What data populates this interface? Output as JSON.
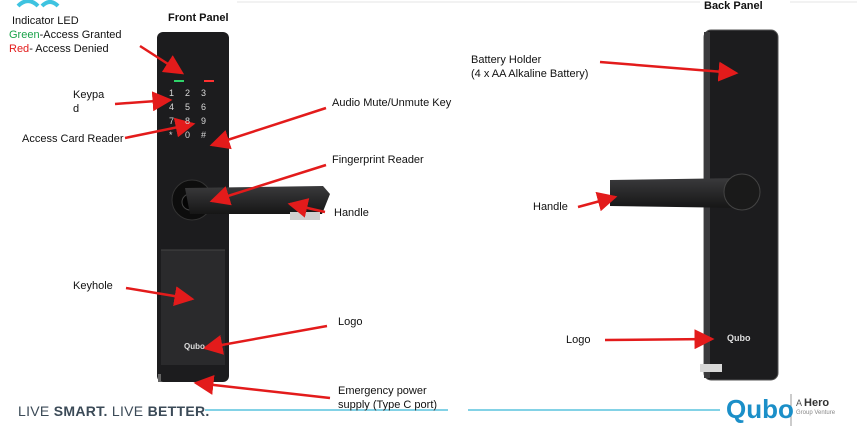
{
  "panels": {
    "front_title": "Front Panel",
    "back_title": "Back Panel"
  },
  "front": {
    "indicator_led": "Indicator LED",
    "green_word": "Green",
    "green_rest": "-Access Granted",
    "red_word": "Red",
    "red_rest": "- Access Denied",
    "keypad_line1": "Keypa",
    "keypad_line2": "d",
    "card_reader": "Access Card Reader",
    "audio_mute": "Audio Mute/Unmute Key",
    "fingerprint": "Fingerprint Reader",
    "handle": "Handle",
    "keyhole": "Keyhole",
    "logo": "Logo",
    "emergency_line1": "Emergency power",
    "emergency_line2": "supply (Type C port)",
    "device_logo": "Qubo",
    "keys": [
      "1",
      "2",
      "3",
      "4",
      "5",
      "6",
      "7",
      "8",
      "9",
      "*",
      "0",
      "#"
    ]
  },
  "back": {
    "battery_line1": "Battery Holder",
    "battery_line2": "(4 x AA Alkaline Battery)",
    "handle": "Handle",
    "logo": "Logo",
    "device_logo": "Qubo"
  },
  "footer": {
    "tagline_part1": "LIVE ",
    "tagline_part2": "SMART.",
    "tagline_part3": " LIVE ",
    "tagline_part4": "BETTER.",
    "brand": "Qubo",
    "hero_prefix": "A ",
    "hero_word": "Hero",
    "hero_sub": "Group Venture"
  },
  "colors": {
    "arrow": "#e31b1b",
    "green_text": "#1aa34a",
    "red_text": "#e31b1b",
    "brand_blue": "#1b8fc8",
    "device_body": "#1c1c1e"
  }
}
